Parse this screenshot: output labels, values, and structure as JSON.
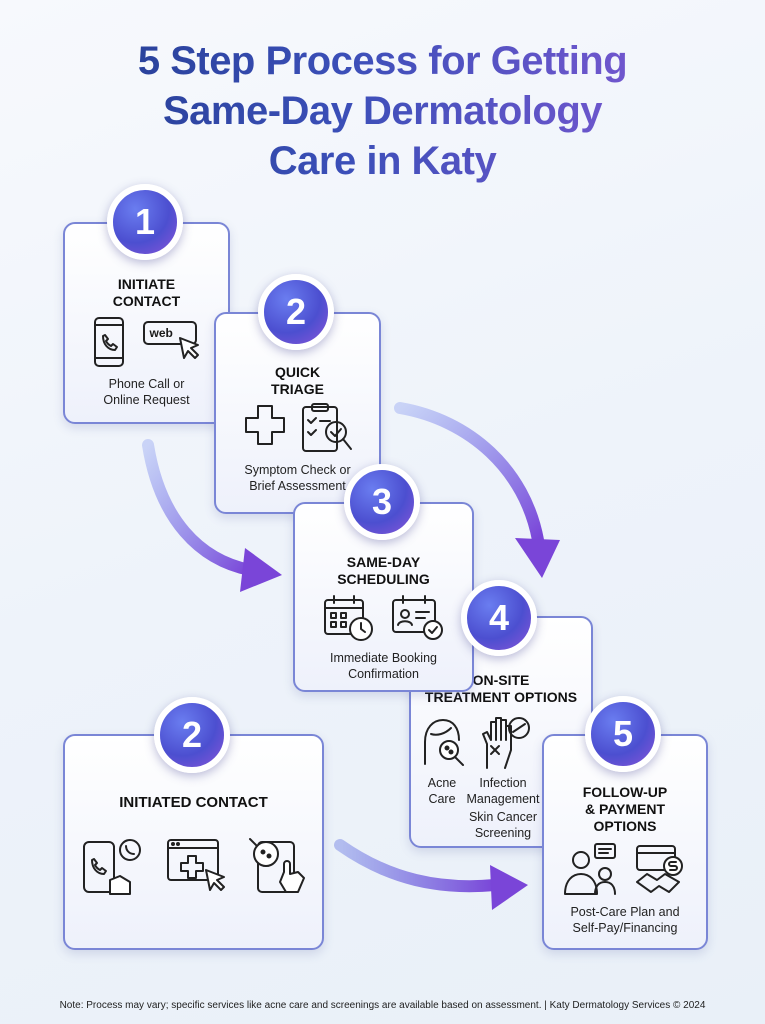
{
  "title": {
    "line1": "5 Step Process for Getting",
    "line2": "Same-Day Dermatology",
    "line3": "Care in Katy"
  },
  "steps": [
    {
      "number": "1",
      "heading_line1": "INITIATE",
      "heading_line2": "CONTACT",
      "text_line1": "Phone Call or",
      "text_line2": "Online Request",
      "icon_label": "web"
    },
    {
      "number": "2",
      "heading_line1": "QUICK",
      "heading_line2": "TRIAGE",
      "text_line1": "Symptom Check or",
      "text_line2": "Brief Assessment"
    },
    {
      "number": "3",
      "heading_line1": "SAME-DAY",
      "heading_line2": "SCHEDULING",
      "text_line1": "Immediate Booking",
      "text_line2": "Confirmation"
    },
    {
      "number": "4",
      "heading_line1": "ON-SITE",
      "heading_line2": "TREATMENT OPTIONS",
      "item1_line1": "Acne",
      "item1_line2": "Care",
      "item2_line1": "Infection",
      "item2_line2": "Management",
      "item3_line1": "Skin Cancer",
      "item3_line2": "Screening"
    },
    {
      "number": "5",
      "heading_line1": "FOLLOW-UP",
      "heading_line2": "& PAYMENT",
      "heading_line3": "OPTIONS",
      "text_line1": "Post-Care Plan and",
      "text_line2": "Self-Pay/Financing"
    }
  ],
  "extra_card": {
    "number": "2",
    "heading": "INITIATED CONTACT"
  },
  "footer": "Note: Process may vary; specific services like acne care and screenings are available based on assessment. | Katy Dermatology Services © 2024",
  "colors": {
    "accent": "#4c4fd0",
    "purple": "#8a55d8",
    "border": "#7a86d6",
    "title_dark": "#1f3a8a"
  }
}
